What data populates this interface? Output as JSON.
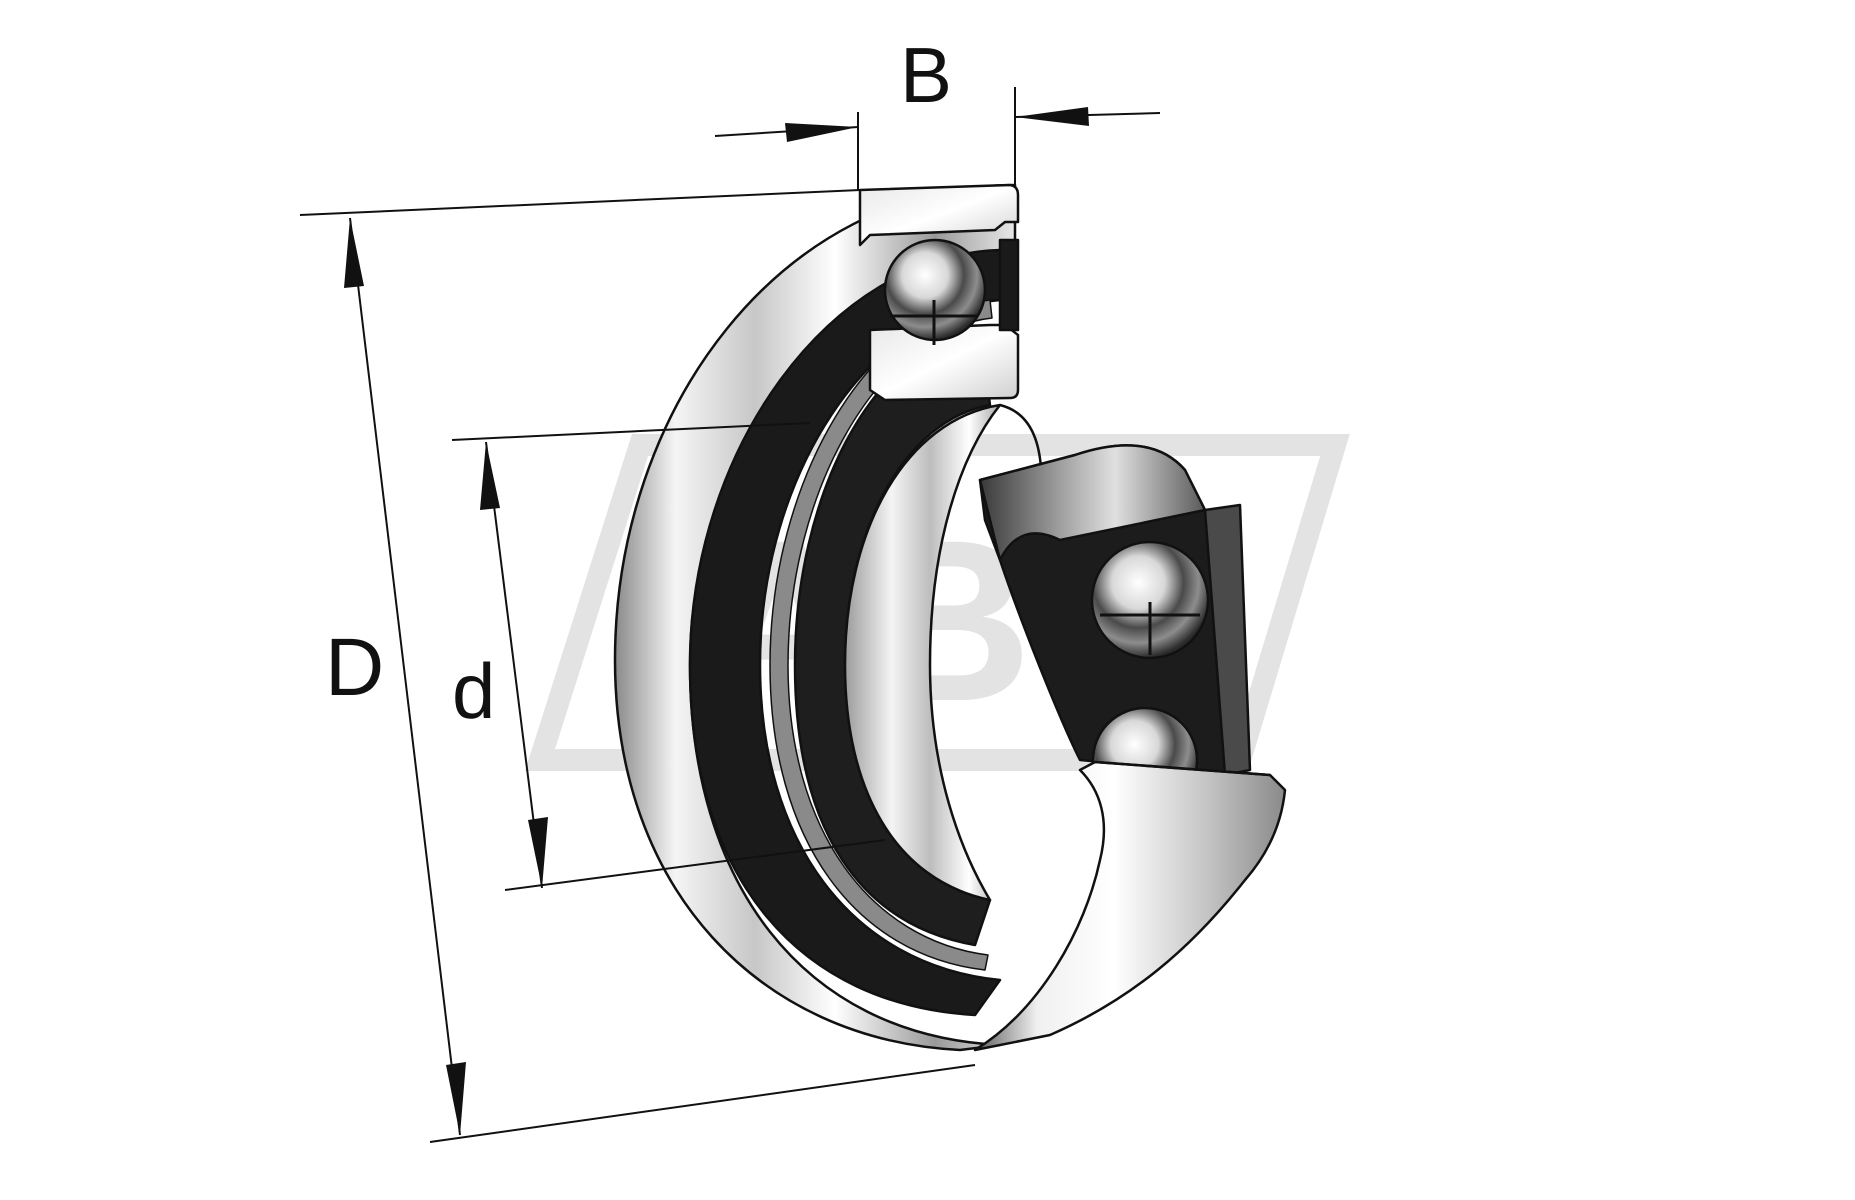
{
  "diagram": {
    "watermark": {
      "text": "AB",
      "color": "#e3e3e3"
    },
    "labels": {
      "outer_diameter": "D",
      "bore_diameter": "d",
      "width": "B"
    },
    "colors": {
      "line": "#111111",
      "steel_light": "#f2f2f2",
      "steel_mid": "#b9b9b9",
      "steel_dark": "#6e6e6e",
      "groove": "#1a1a1a"
    }
  }
}
